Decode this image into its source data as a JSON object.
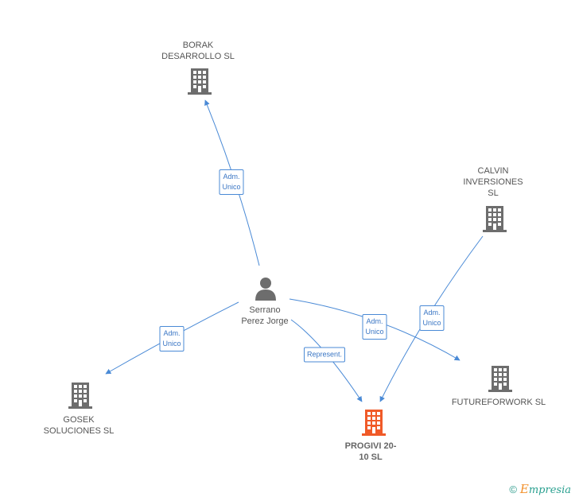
{
  "nodes": {
    "borak": {
      "label_lines": [
        "BORAK",
        "DESARROLLO SL"
      ]
    },
    "calvin": {
      "label_lines": [
        "CALVIN",
        "INVERSIONES",
        "SL"
      ]
    },
    "serrano": {
      "label_lines": [
        "Serrano",
        "Perez Jorge"
      ]
    },
    "gosek": {
      "label_lines": [
        "GOSEK",
        "SOLUCIONES SL"
      ]
    },
    "futureforwork": {
      "label_lines": [
        "FUTUREFORWORK SL"
      ]
    },
    "progivi": {
      "label_lines": [
        "PROGIVI 20-",
        "10 SL"
      ]
    }
  },
  "edges": {
    "serrano_borak": {
      "label_lines": [
        "Adm.",
        "Unico"
      ]
    },
    "serrano_gosek": {
      "label_lines": [
        "Adm.",
        "Unico"
      ]
    },
    "serrano_progivi": {
      "label_lines": [
        "Represent."
      ]
    },
    "serrano_future": {
      "label_lines": [
        "Adm.",
        "Unico"
      ]
    },
    "calvin_progivi": {
      "label_lines": [
        "Adm.",
        "Unico"
      ]
    }
  },
  "colors": {
    "company": "#6d6d6d",
    "company_main": "#f05a28",
    "person": "#6d6d6d",
    "edge": "#4a8ad6"
  },
  "footer": {
    "copyright": "©",
    "brand_first": "E",
    "brand_rest": "mpresia"
  }
}
